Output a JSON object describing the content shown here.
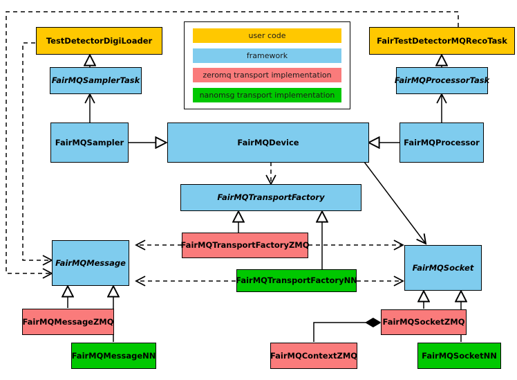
{
  "diagram": {
    "title": "FairMQ class diagram",
    "type": "uml-class-diagram",
    "colors": {
      "user_code": "#FFC800",
      "framework": "#7FCCEE",
      "zeromq": "#FA7B7B",
      "nanomsg": "#00C800",
      "stroke": "#000000",
      "background": "#FFFFFF"
    }
  },
  "legend": {
    "name": "legend-box",
    "entries": [
      {
        "label": "user code",
        "color": "#FFC800",
        "key": "user_code"
      },
      {
        "label": "framework",
        "color": "#7FCCEE",
        "key": "framework"
      },
      {
        "label": "zeromq transport implementation",
        "color": "#FA7B7B",
        "key": "zeromq"
      },
      {
        "label": "nanomsg transport implementation",
        "color": "#00C800",
        "key": "nanomsg"
      }
    ]
  },
  "nodes": {
    "test_detector_digi_loader": {
      "label": "TestDetectorDigiLoader",
      "category": "user code",
      "style": "bold"
    },
    "fairmq_sampler_task": {
      "label": "FairMQSamplerTask",
      "category": "framework",
      "style": "bold-italic"
    },
    "fairmq_sampler": {
      "label": "FairMQSampler",
      "category": "framework",
      "style": "bold"
    },
    "fairmq_device": {
      "label": "FairMQDevice",
      "category": "framework",
      "style": "bold"
    },
    "fairmq_processor": {
      "label": "FairMQProcessor",
      "category": "framework",
      "style": "bold"
    },
    "fairmq_processor_task": {
      "label": "FairMQProcessorTask",
      "category": "framework",
      "style": "bold-italic"
    },
    "fair_test_detector_mq_reco_task": {
      "label": "FairTestDetectorMQRecoTask",
      "category": "user code",
      "style": "bold"
    },
    "fairmq_transport_factory": {
      "label": "FairMQTransportFactory",
      "category": "framework",
      "style": "bold-italic"
    },
    "fairmq_transport_factory_zmq": {
      "label": "FairMQTransportFactoryZMQ",
      "category": "zeromq",
      "style": "bold"
    },
    "fairmq_transport_factory_nn": {
      "label": "FairMQTransportFactoryNN",
      "category": "nanomsg",
      "style": "bold"
    },
    "fairmq_message": {
      "label": "FairMQMessage",
      "category": "framework",
      "style": "bold-italic"
    },
    "fairmq_message_zmq": {
      "label": "FairMQMessageZMQ",
      "category": "zeromq",
      "style": "bold"
    },
    "fairmq_message_nn": {
      "label": "FairMQMessageNN",
      "category": "nanomsg",
      "style": "bold"
    },
    "fairmq_socket": {
      "label": "FairMQSocket",
      "category": "framework",
      "style": "bold-italic"
    },
    "fairmq_socket_zmq": {
      "label": "FairMQSocketZMQ",
      "category": "zeromq",
      "style": "bold"
    },
    "fairmq_socket_nn": {
      "label": "FairMQSocketNN",
      "category": "nanomsg",
      "style": "bold"
    },
    "fairmq_context_zmq": {
      "label": "FairMQContextZMQ",
      "category": "zeromq",
      "style": "bold"
    }
  },
  "edges": [
    {
      "from": "test_detector_digi_loader",
      "to": "fairmq_sampler_task",
      "kind": "generalization"
    },
    {
      "from": "fairmq_sampler",
      "to": "fairmq_sampler_task",
      "kind": "association"
    },
    {
      "from": "fairmq_sampler",
      "to": "fairmq_device",
      "kind": "generalization"
    },
    {
      "from": "fairmq_processor",
      "to": "fairmq_device",
      "kind": "generalization"
    },
    {
      "from": "fair_test_detector_mq_reco_task",
      "to": "fairmq_processor_task",
      "kind": "generalization"
    },
    {
      "from": "fairmq_processor",
      "to": "fairmq_processor_task",
      "kind": "association"
    },
    {
      "from": "fairmq_device",
      "to": "fairmq_transport_factory",
      "kind": "dependency"
    },
    {
      "from": "fairmq_device",
      "to": "fairmq_socket",
      "kind": "association"
    },
    {
      "from": "fairmq_transport_factory_zmq",
      "to": "fairmq_transport_factory",
      "kind": "generalization"
    },
    {
      "from": "fairmq_transport_factory_nn",
      "to": "fairmq_transport_factory",
      "kind": "generalization"
    },
    {
      "from": "fairmq_transport_factory_zmq",
      "to": "fairmq_message",
      "kind": "dependency"
    },
    {
      "from": "fairmq_transport_factory_zmq",
      "to": "fairmq_socket",
      "kind": "dependency"
    },
    {
      "from": "fairmq_transport_factory_nn",
      "to": "fairmq_message",
      "kind": "dependency"
    },
    {
      "from": "fairmq_transport_factory_nn",
      "to": "fairmq_socket",
      "kind": "dependency"
    },
    {
      "from": "test_detector_digi_loader",
      "to": "fairmq_message",
      "kind": "dependency"
    },
    {
      "from": "fair_test_detector_mq_reco_task",
      "to": "fairmq_message",
      "kind": "dependency"
    },
    {
      "from": "fairmq_message_zmq",
      "to": "fairmq_message",
      "kind": "generalization"
    },
    {
      "from": "fairmq_message_nn",
      "to": "fairmq_message",
      "kind": "generalization"
    },
    {
      "from": "fairmq_socket_zmq",
      "to": "fairmq_socket",
      "kind": "generalization"
    },
    {
      "from": "fairmq_socket_nn",
      "to": "fairmq_socket",
      "kind": "generalization"
    },
    {
      "from": "fairmq_socket_zmq",
      "to": "fairmq_context_zmq",
      "kind": "composition"
    }
  ]
}
